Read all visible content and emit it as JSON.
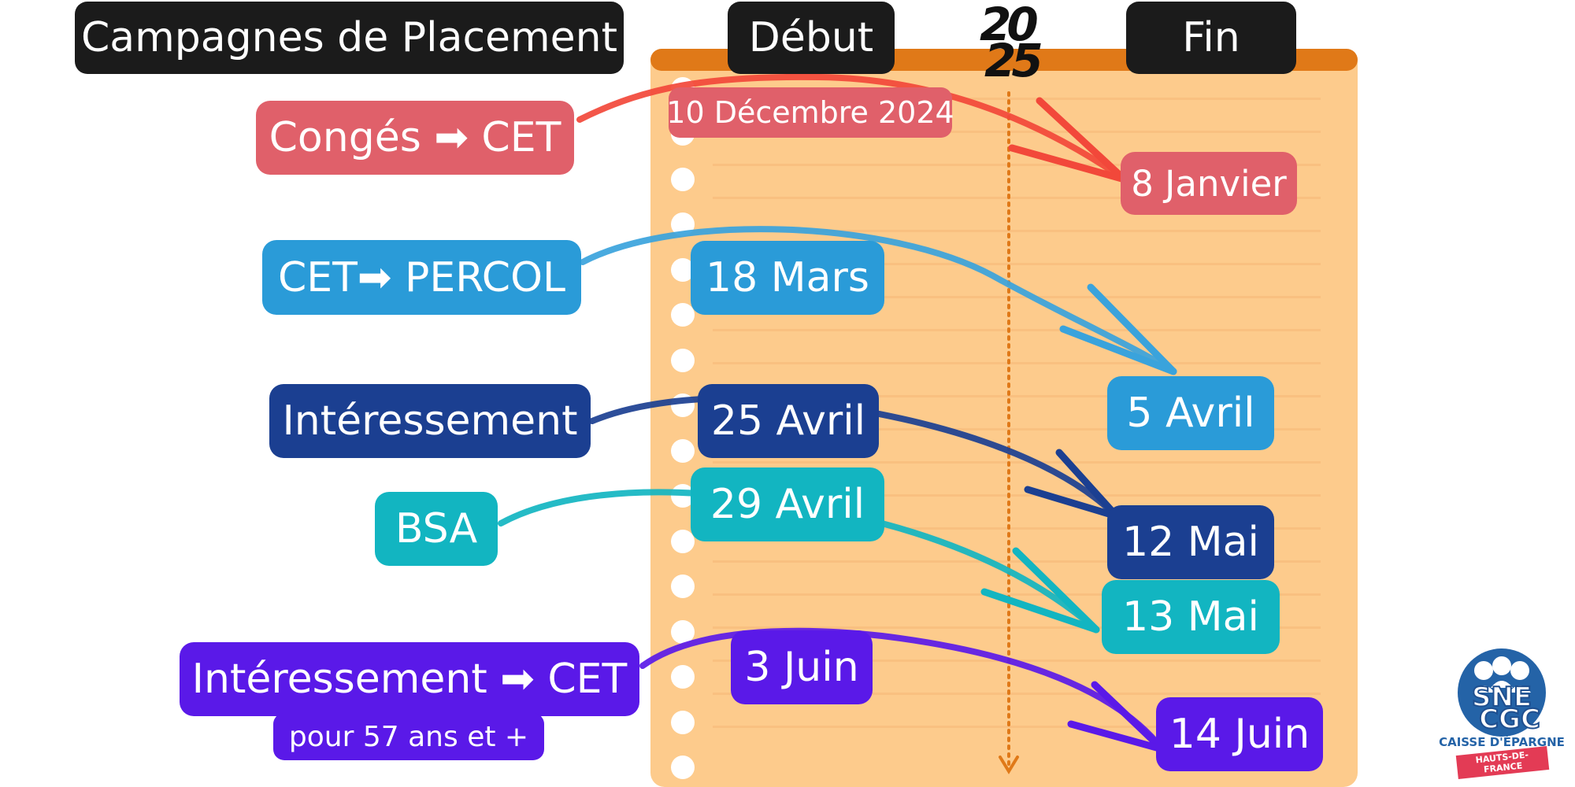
{
  "headers": {
    "title": "Campagnes de Placement",
    "start": "Début",
    "end": "Fin",
    "year_top": "20",
    "year_bottom": "25"
  },
  "campaigns": [
    {
      "label": "Congés ➡ CET",
      "start": "10 Décembre 2024",
      "end": "8 Janvier",
      "color": "#e0606a",
      "arrow_color": "#f2483a"
    },
    {
      "label": "CET➡ PERCOL",
      "start": "18 Mars",
      "end": "5 Avril",
      "color": "#2a9bd8",
      "arrow_color": "#3aa3dc"
    },
    {
      "label": "Intéressement",
      "start": "25 Avril",
      "end": "12 Mai",
      "color": "#1b3f91",
      "arrow_color": "#1b3f91"
    },
    {
      "label": "BSA",
      "start": "29 Avril",
      "end": "13 Mai",
      "color": "#12b5c1",
      "arrow_color": "#12b5c1"
    },
    {
      "label": "Intéressement ➡ CET",
      "sublabel": "pour 57 ans et +",
      "start": "3 Juin",
      "end": "14 Juin",
      "color": "#5a19e8",
      "arrow_color": "#5a19e8"
    }
  ],
  "logo": {
    "line1": "SNE",
    "line2": "CGC",
    "line3": "CAISSE D'ÉPARGNE",
    "line4": "HAUTS-DE-FRANCE"
  }
}
